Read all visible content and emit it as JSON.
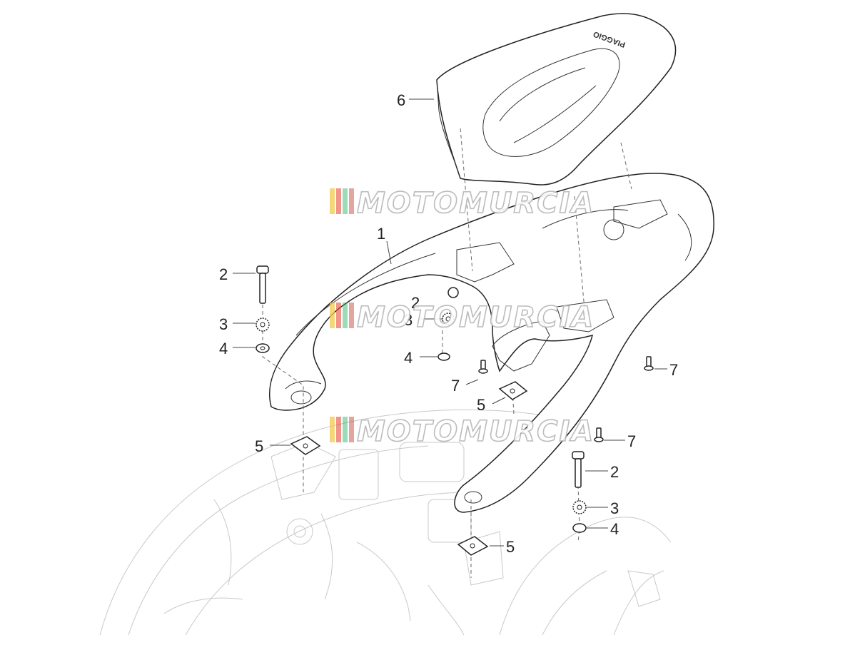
{
  "diagram": {
    "brand_mark": "PIAGGIO",
    "watermark": "MOTOMURCIA",
    "watermark_colors": [
      "#f2c94c",
      "#e74c3c",
      "#27ae60",
      "#c0392b"
    ],
    "callouts": [
      "1",
      "2",
      "3",
      "4",
      "5",
      "6",
      "7"
    ]
  }
}
